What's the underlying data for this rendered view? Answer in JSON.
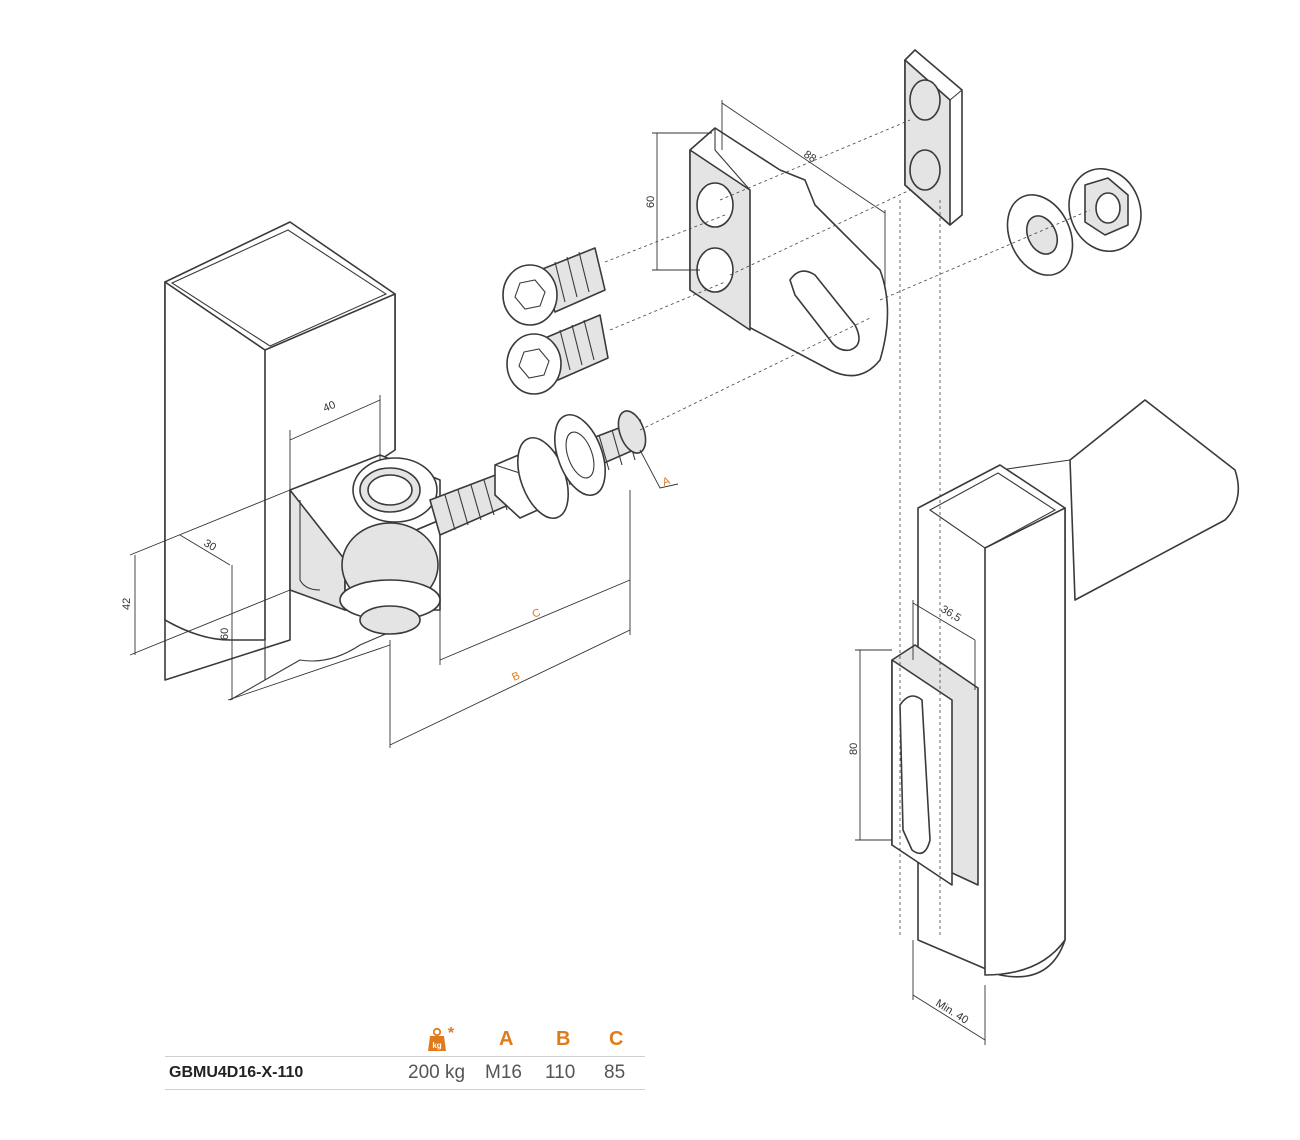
{
  "dimensions": {
    "post_width": "40",
    "post_depth": "30",
    "bracket_height": "42",
    "post_height": "60",
    "bolt_A": "A",
    "length_C": "C",
    "length_B": "B",
    "plate_length": "88",
    "plate_height": "60",
    "gate_width": "36,5",
    "slot_height": "80",
    "min_width": "Min. 40"
  },
  "table": {
    "weight_icon_label": "kg",
    "weight_icon_star": "*",
    "headers": {
      "A": "A",
      "B": "B",
      "C": "C"
    },
    "row": {
      "model": "GBMU4D16-X-110",
      "weight": "200 kg",
      "A": "M16",
      "B": "110",
      "C": "85"
    }
  },
  "colors": {
    "accent": "#e07b1c",
    "line": "#3a3a3a"
  },
  "icons": [
    "weight-icon"
  ]
}
